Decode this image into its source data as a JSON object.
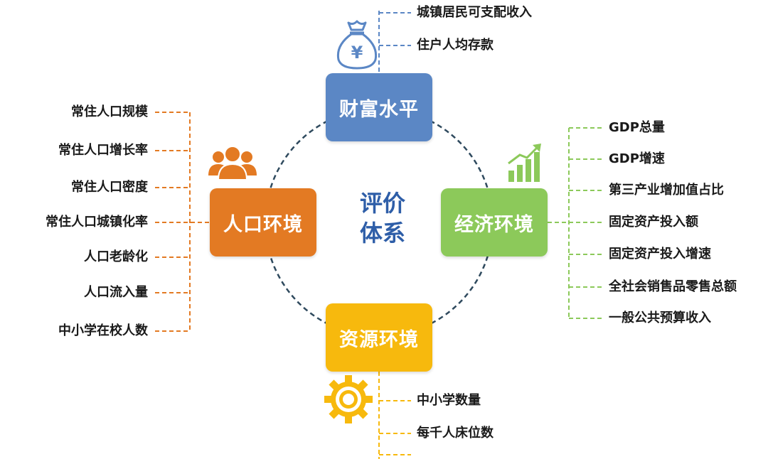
{
  "center": {
    "line1": "评价",
    "line2": "体系"
  },
  "colors": {
    "wealth": "#5b87c5",
    "population": "#e37a23",
    "economy": "#8cc95a",
    "resources": "#f7b90d",
    "center_text": "#2e5ea8",
    "ring": "#2f4a5e",
    "wealth_line": "#5b87c5",
    "population_line": "#e37a23",
    "economy_line": "#8cc95a",
    "resources_line": "#f7b90d"
  },
  "categories": {
    "wealth": {
      "label": "财富水平",
      "icon": "money-bag-icon",
      "items": [
        "城镇居民可支配收入",
        "住户人均存款"
      ]
    },
    "population": {
      "label": "人口环境",
      "icon": "people-group-icon",
      "items": [
        "常住人口规模",
        "常住人口增长率",
        "常住人口密度",
        "常住人口城镇化率",
        "人口老龄化",
        "人口流入量",
        "中小学在校人数"
      ]
    },
    "economy": {
      "label": "经济环境",
      "icon": "growth-chart-icon",
      "items": [
        "GDP总量",
        "GDP增速",
        "第三产业增加值占比",
        "固定资产投入额",
        "固定资产投入增速",
        "全社会销售品零售总额",
        "一般公共预算收入"
      ]
    },
    "resources": {
      "label": "资源环境",
      "icon": "gear-icon",
      "items": [
        "中小学数量",
        "每千人床位数"
      ]
    }
  }
}
